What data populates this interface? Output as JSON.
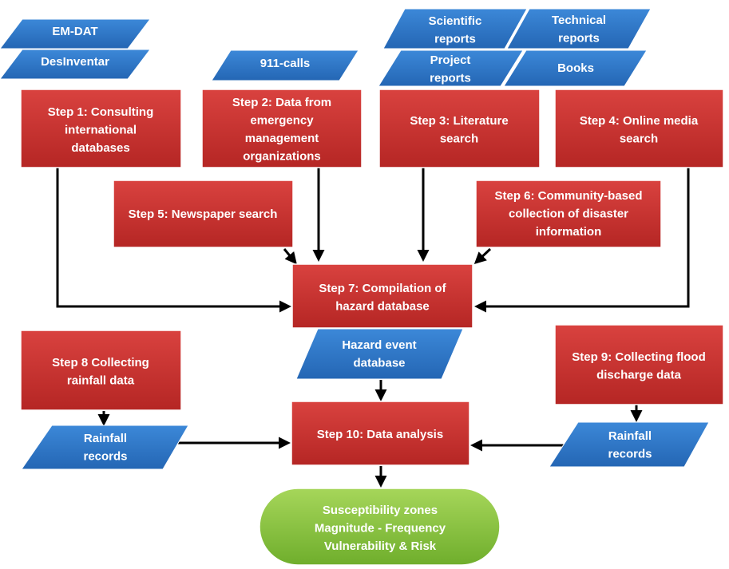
{
  "colors": {
    "step_fill": "#c8312f",
    "step_fill_dark": "#a51f1d",
    "data_fill": "#2f78c8",
    "data_fill_dark": "#1f5aa0",
    "output_fill": "#8fc63f",
    "output_fill_dark": "#5f9a25",
    "arrow": "#000000"
  },
  "sources": {
    "emdat": [
      "EM-DAT"
    ],
    "desinventar": [
      "DesInventar"
    ],
    "calls911": [
      "911-calls"
    ],
    "scientific": [
      "Scientific",
      "reports"
    ],
    "technical": [
      "Technical",
      "reports"
    ],
    "project": [
      "Project",
      "reports"
    ],
    "books": [
      "Books"
    ]
  },
  "steps": {
    "step1": [
      "Step 1: Consulting",
      "international",
      "databases"
    ],
    "step2": [
      "Step 2: Data from",
      "emergency",
      "management",
      "organizations"
    ],
    "step3": [
      "Step 3: Literature",
      "search"
    ],
    "step4": [
      "Step 4: Online media",
      "search"
    ],
    "step5": [
      "Step 5: Newspaper search"
    ],
    "step6": [
      "Step 6: Community-based",
      "collection of disaster",
      "information"
    ],
    "step7": [
      "Step 7: Compilation of",
      "hazard database"
    ],
    "step8": [
      "Step 8 Collecting",
      "rainfall  data"
    ],
    "step9": [
      "Step 9: Collecting flood",
      "discharge data"
    ],
    "step10": [
      "Step 10: Data analysis"
    ]
  },
  "datasets": {
    "hazard_event_db": [
      "Hazard event",
      "database"
    ],
    "rainfall_left": [
      "Rainfall",
      "records"
    ],
    "rainfall_right": [
      "Rainfall",
      "records"
    ]
  },
  "output": {
    "result": [
      "Susceptibility zones",
      "Magnitude - Frequency",
      "Vulnerability  & Risk"
    ]
  }
}
